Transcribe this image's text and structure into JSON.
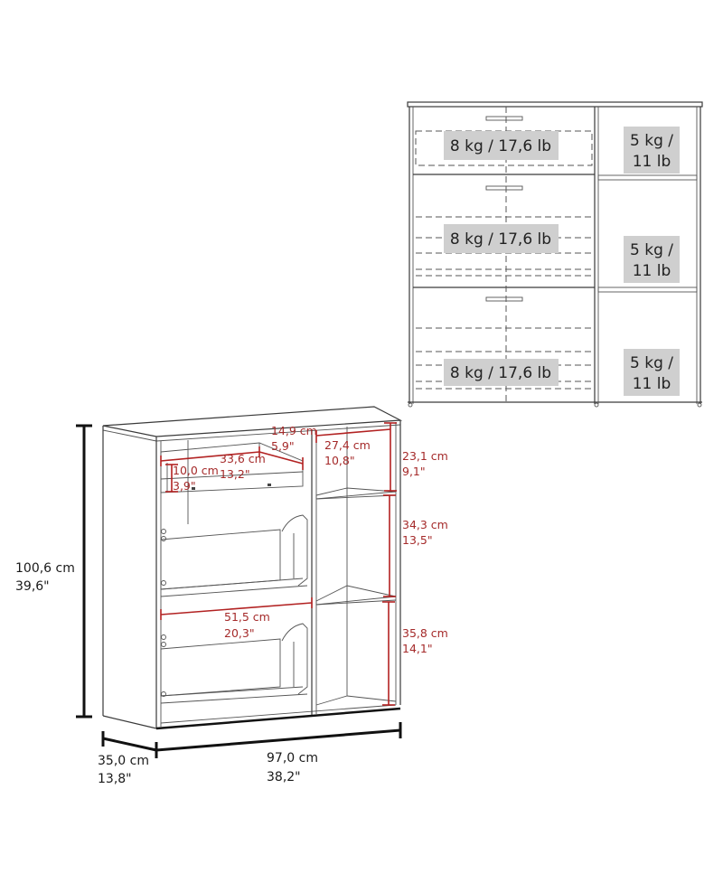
{
  "front_view": {
    "drawer_weight_labels": [
      "8 kg / 17,6 lb",
      "8 kg / 17,6 lb",
      "8 kg / 17,6 lb"
    ],
    "shelf_weight_labels": [
      {
        "line1": "5 kg /",
        "line2": "11 lb"
      },
      {
        "line1": "5 kg /",
        "line2": "11 lb"
      },
      {
        "line1": "5 kg /",
        "line2": "11 lb"
      }
    ],
    "label_bg_color": "#cfcfcf"
  },
  "perspective_view": {
    "overall_height": {
      "cm": "100,6 cm",
      "in": "39,6\""
    },
    "overall_depth": {
      "cm": "35,0 cm",
      "in": "13,8\""
    },
    "overall_width": {
      "cm": "97,0 cm",
      "in": "38,2\""
    },
    "drawer_depth": {
      "cm": "14,9 cm",
      "in": "5,9\""
    },
    "drawer_inner_width": {
      "cm": "33,6 cm",
      "in": "13,2\""
    },
    "drawer_height": {
      "cm": "10,0 cm",
      "in": "3,9\""
    },
    "drawer_outer_width": {
      "cm": "51,5 cm",
      "in": "20,3\""
    },
    "shelf_width": {
      "cm": "27,4 cm",
      "in": "10,8\""
    },
    "shelf_top_height": {
      "cm": "23,1 cm",
      "in": "9,1\""
    },
    "shelf_mid_height": {
      "cm": "34,3 cm",
      "in": "13,5\""
    },
    "shelf_bottom_height": {
      "cm": "35,8 cm",
      "in": "14,1\""
    },
    "dimension_color": "#b22222"
  }
}
